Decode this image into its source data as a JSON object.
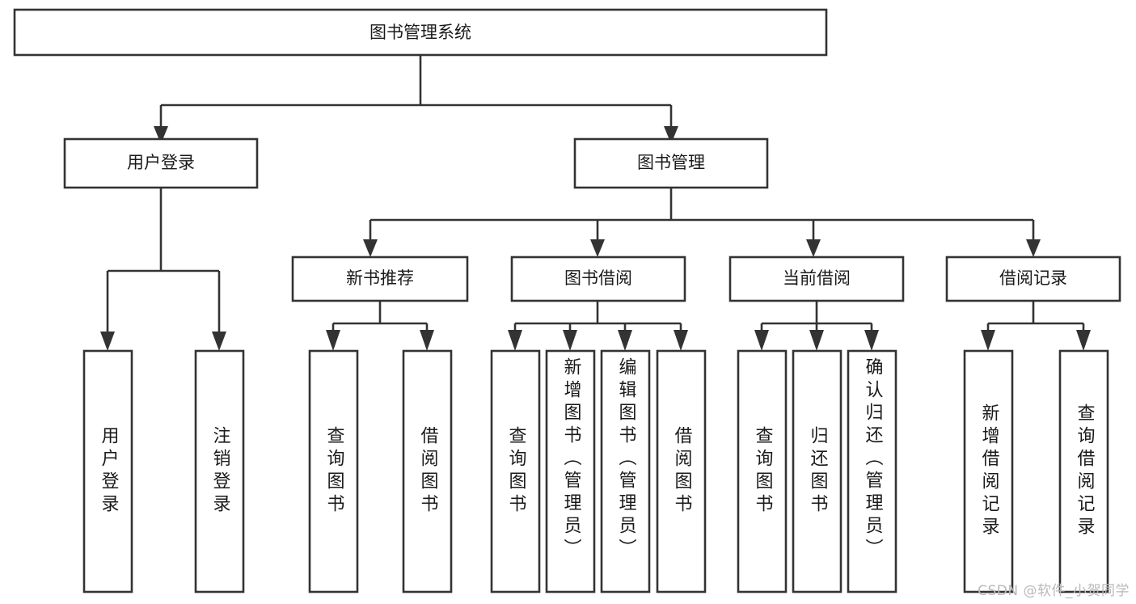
{
  "diagram": {
    "type": "tree-hierarchy-chart",
    "title": "图书管理系统",
    "watermark": "CSDN @软件_小贺同学",
    "colors": {
      "stroke": "#333333",
      "fill": "#ffffff",
      "text": "#1a1a1a",
      "watermark": "#b9b9b9"
    },
    "levels": {
      "level1": [
        {
          "id": "root",
          "label": "图书管理系统"
        }
      ],
      "level2": [
        {
          "id": "user-login",
          "label": "用户登录"
        },
        {
          "id": "book-manage",
          "label": "图书管理"
        }
      ],
      "level3": [
        {
          "id": "new-book-rec",
          "label": "新书推荐"
        },
        {
          "id": "book-borrow",
          "label": "图书借阅"
        },
        {
          "id": "current-borrow",
          "label": "当前借阅"
        },
        {
          "id": "borrow-record",
          "label": "借阅记录"
        }
      ],
      "level4": [
        {
          "id": "leaf-1",
          "label": "用户登录",
          "parent": "user-login"
        },
        {
          "id": "leaf-2",
          "label": "注销登录",
          "parent": "user-login"
        },
        {
          "id": "leaf-3",
          "label": "查询图书",
          "parent": "new-book-rec"
        },
        {
          "id": "leaf-4",
          "label": "借阅图书",
          "parent": "new-book-rec"
        },
        {
          "id": "leaf-5",
          "label": "查询图书",
          "parent": "book-borrow"
        },
        {
          "id": "leaf-6",
          "label": "新增图书（管理员）",
          "parent": "book-borrow"
        },
        {
          "id": "leaf-7",
          "label": "编辑图书（管理员）",
          "parent": "book-borrow"
        },
        {
          "id": "leaf-8",
          "label": "借阅图书",
          "parent": "book-borrow"
        },
        {
          "id": "leaf-9",
          "label": "查询图书",
          "parent": "current-borrow"
        },
        {
          "id": "leaf-10",
          "label": "归还图书",
          "parent": "current-borrow"
        },
        {
          "id": "leaf-11",
          "label": "确认归还（管理员）",
          "parent": "current-borrow"
        },
        {
          "id": "leaf-12",
          "label": "新增借阅记录",
          "parent": "borrow-record"
        },
        {
          "id": "leaf-13",
          "label": "查询借阅记录",
          "parent": "borrow-record"
        }
      ]
    }
  }
}
